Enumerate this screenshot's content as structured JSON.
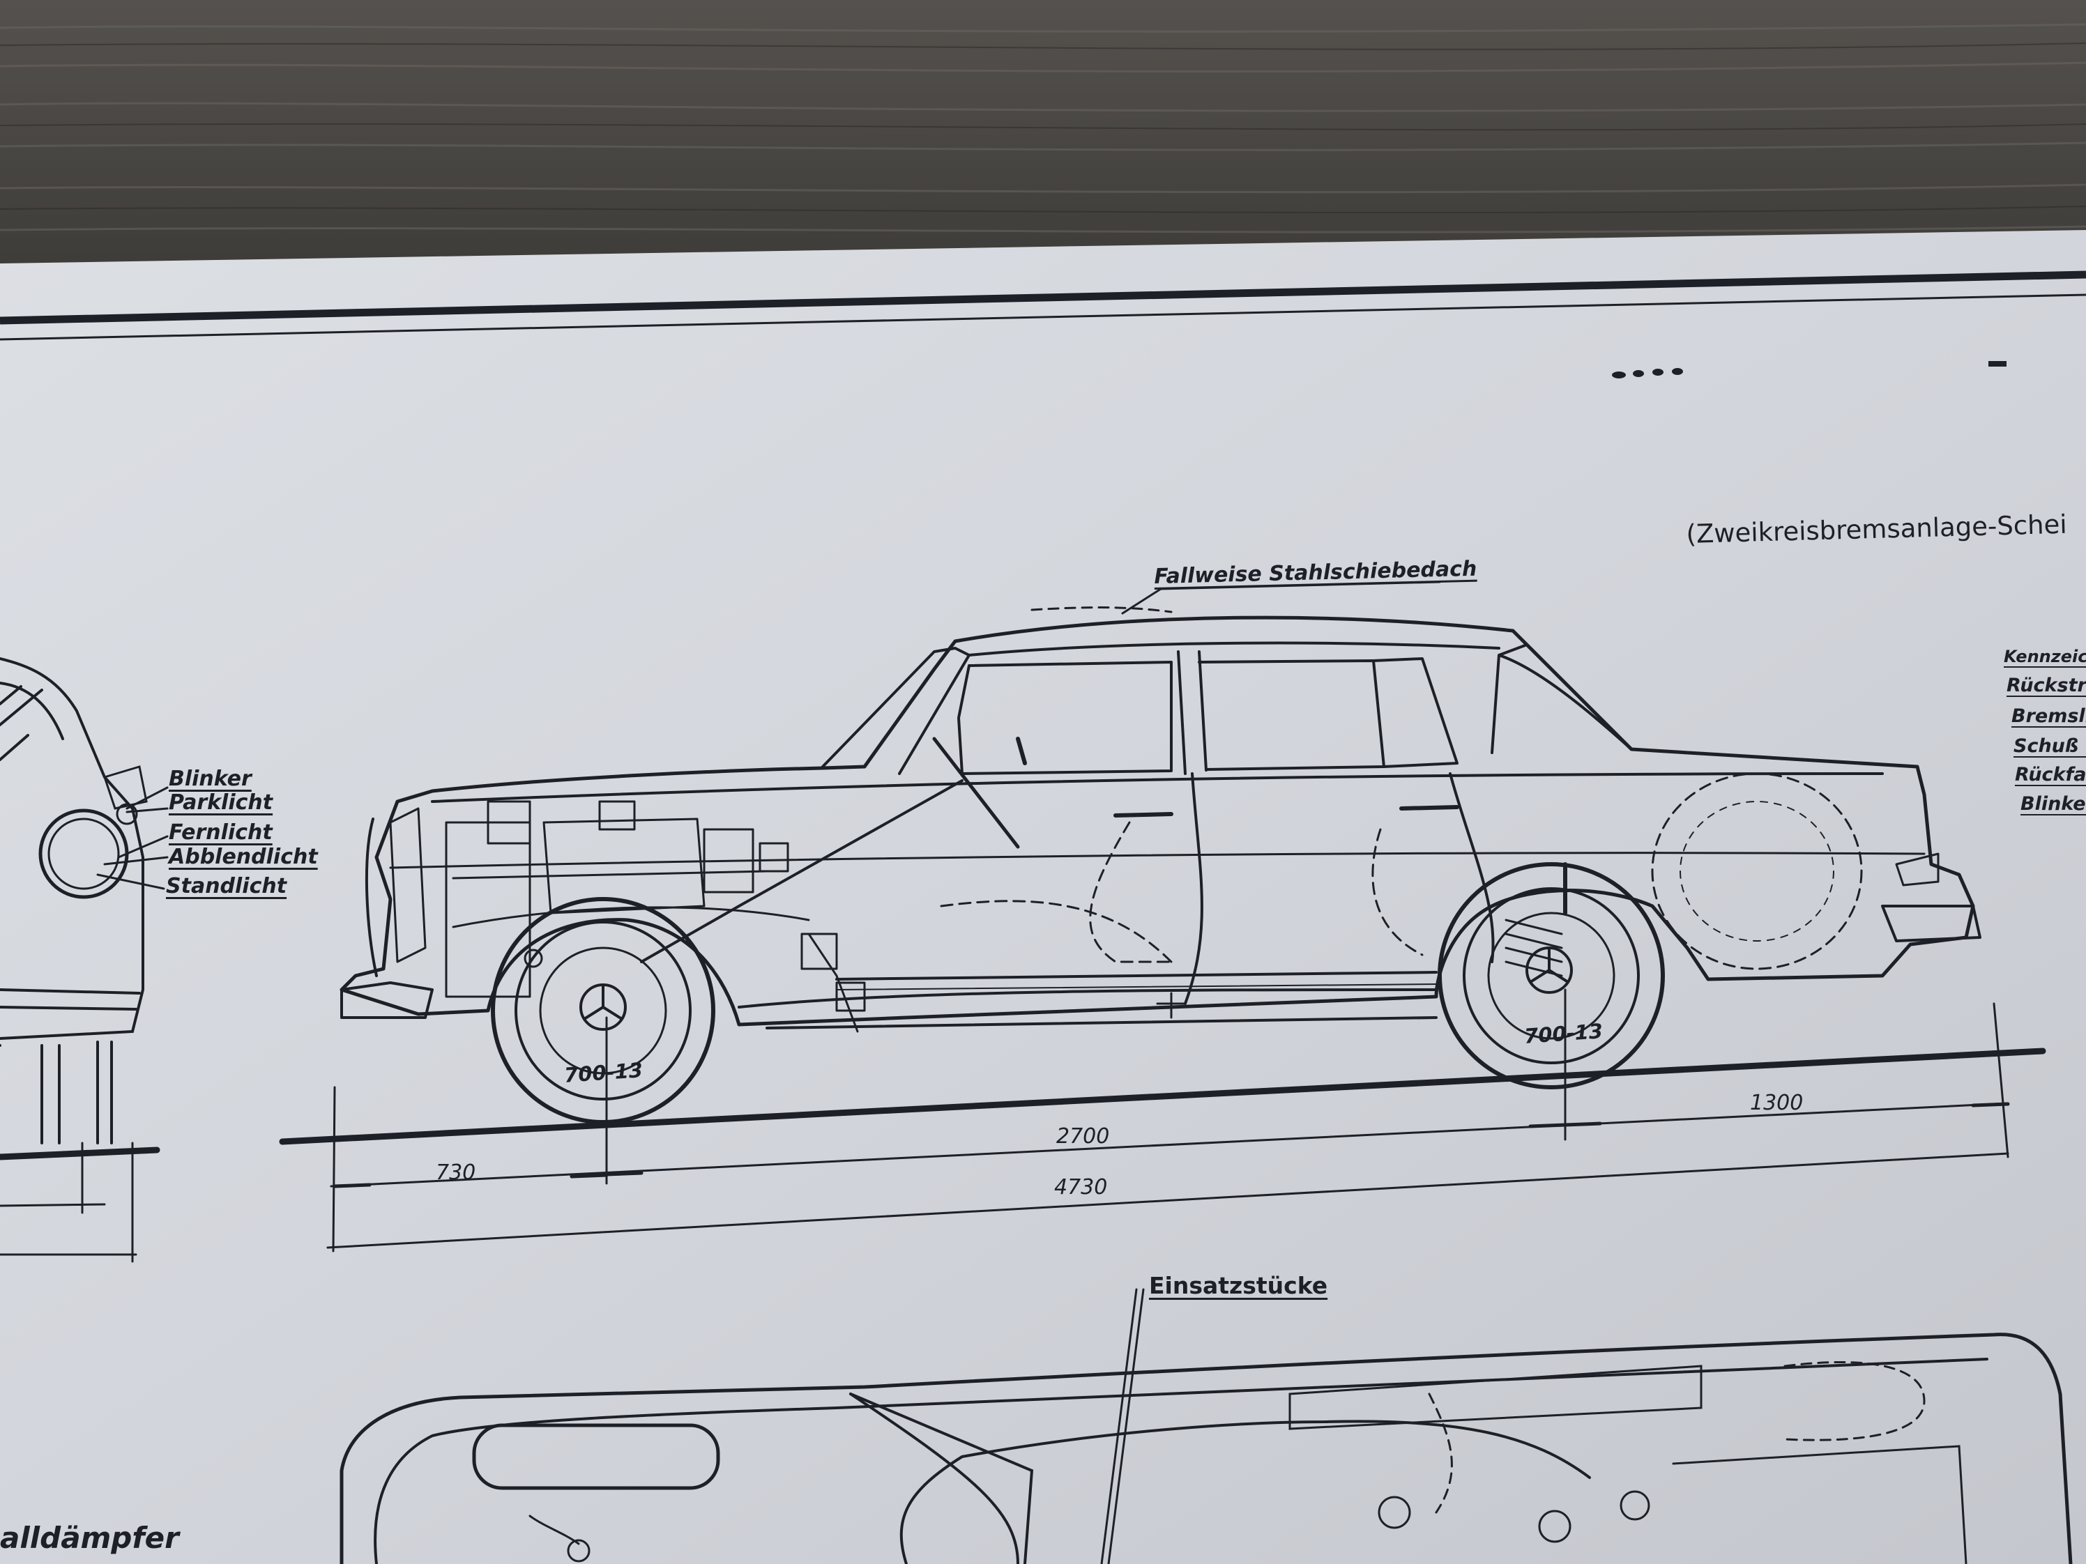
{
  "header": {
    "title_fragment": "(Zweikreisbremsanlage-Schei"
  },
  "front_view": {
    "labels": [
      "Blinker",
      "Parklicht",
      "Fernlicht",
      "Abblendlicht",
      "Standlicht"
    ]
  },
  "side_view": {
    "roof_note": "Fallweise Stahlschiebedach",
    "tire_front": "700-13",
    "tire_rear": "700-13",
    "dimensions": {
      "front_overhang": "730",
      "wheelbase": "2700",
      "rear_overhang": "1300",
      "overall_length": "4730"
    }
  },
  "rear_lights_legend": [
    "Kennzeic",
    "Rückstra",
    "Bremsli",
    "Schuß u",
    "Rückfah",
    "Blinker"
  ],
  "top_view": {
    "inserts_label": "Einsatzstücke",
    "muffler_fragment": "alldämpfer"
  },
  "colors": {
    "wood": "#4a4845",
    "paper": "#d3d6dc",
    "ink": "#1e2028"
  }
}
